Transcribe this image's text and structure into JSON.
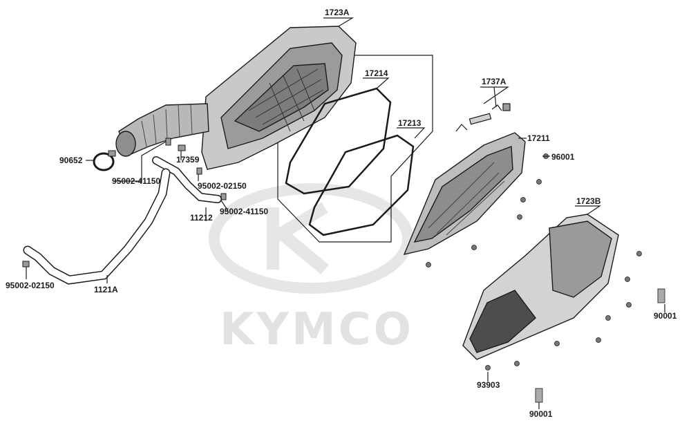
{
  "watermark": {
    "brand": "KYMCO"
  },
  "labels": {
    "p1723A": "1723A",
    "p17214": "17214",
    "p17213": "17213",
    "p1737A": "1737A",
    "p17211": "17211",
    "p96001": "96001",
    "p1723B": "1723B",
    "p90652": "90652",
    "p17359": "17359",
    "p95002_41150_a": "95002-41150",
    "p95002_02150_a": "95002-02150",
    "p95002_41150_b": "95002-41150",
    "p11212": "11212",
    "p95002_02150_b": "95002-02150",
    "p1121A": "1121A",
    "p90001_a": "90001",
    "p93903": "93903",
    "p90001_b": "90001"
  }
}
